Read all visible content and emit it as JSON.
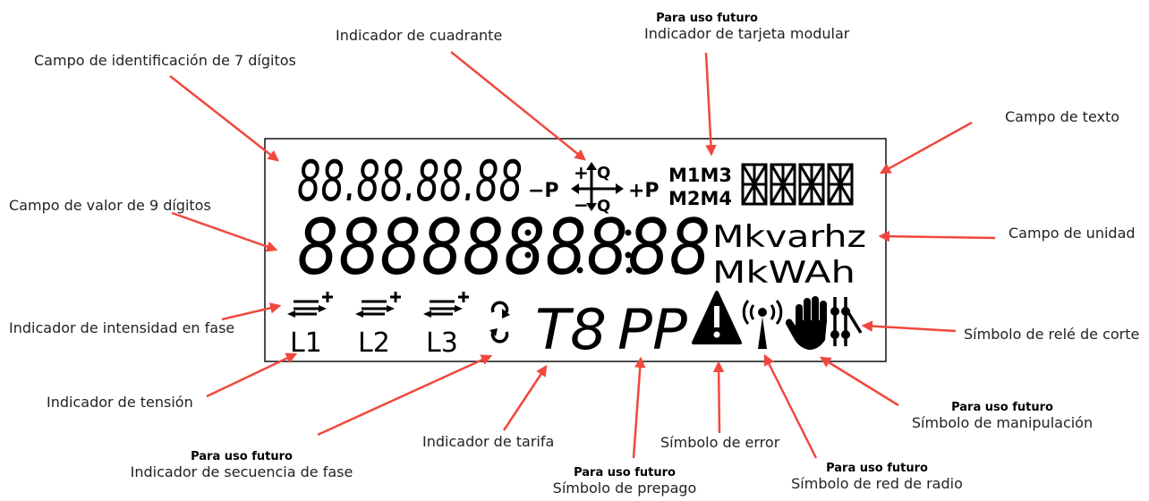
{
  "display": {
    "id_digits": "88.88.88.88",
    "value_digits": "8888888888",
    "neg_p": "−P",
    "pos_p": "+P",
    "q_plus": "+",
    "q_minus": "−",
    "q_top": "Q",
    "q_bottom": "Q",
    "m_row1": "M1M3",
    "m_row2": "M2M4",
    "unit_top": "Mkvarhz",
    "unit_bottom": "MkWAh",
    "phase1": "L1",
    "phase2": "L2",
    "phase3": "L3",
    "tariff": "T8",
    "prepay": "PP"
  },
  "labels": {
    "quadrant": "Indicador de cuadrante",
    "id_field": "Campo de identificación de 7 dígitos",
    "modular_future": "Para uso futuro",
    "modular": "Indicador de tarjeta modular",
    "text_field": "Campo de texto",
    "value_field": "Campo de valor de 9 dígitos",
    "unit_field": "Campo de unidad",
    "phase_current": "Indicador de intensidad en fase",
    "cutoff_relay": "Símbolo de relé de corte",
    "voltage": "Indicador de tensión",
    "tamper_future": "Para uso futuro",
    "tamper": "Símbolo de manipulación",
    "phase_seq_future": "Para uso futuro",
    "phase_seq": "Indicador de secuencia de fase",
    "tariff": "Indicador de tarifa",
    "error": "Símbolo de error",
    "prepay_future": "Para uso futuro",
    "prepay": "Símbolo de prepago",
    "radio_future": "Para uso futuro",
    "radio": "Símbolo de red de radio"
  },
  "colors": {
    "arrow": "#f0483e",
    "lcd": "#000000",
    "text": "#222222"
  }
}
